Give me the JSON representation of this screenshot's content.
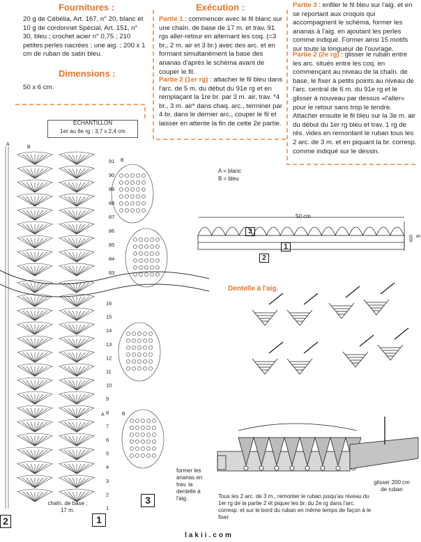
{
  "fournitures": {
    "heading": "Fournitures :",
    "text": "20 g de Cébélia, Art. 167, n° 20, blanc et 10 g de cordonnet Spécial, Art. 151, n° 30, bleu ; crochet acier n° 0,75 ; 210 petites perles nacrées ; une aig. ; 200 x 1 cm de ruban de satin bleu."
  },
  "dimensions": {
    "heading": "Dimensions :",
    "text": "50 x 6 cm."
  },
  "execution": {
    "heading": "Exécution :",
    "partie1_title": "Partie 1",
    "partie1_text": " : commencer avec le fil blanc sur une chaîn. de base de 17 m. et trav. 91 rgs aller-retour en alternant les coq. (=3 br., 2 m. air et 3 br.) avec des arc. et en formant simultanément la base des ananas d'après le schéma avant de couper le fil.",
    "partie2_title": "Partie 2 (1er rg)",
    "partie2_text": " : attacher le fil bleu dans l'arc. de 5 m. du début du 91e rg et en remplaçant la 1re br. par 3 m. air, trav. *4 br., 3 m. air* dans chaq. arc., terminer par 4 br. dans le dernier arc., couper le fil et laisser en attente la fin de cette 2e partie.",
    "partie3_title": "Partie 3",
    "partie3_text": " : enfiler le fil bleu sur l'aig. et en se reportant aux croquis qui accompagnent le schéma, former les ananas à l'aig. en ajoutant les perles comme indiqué. Former ainsi 15 motifs sur toute la longueur de l'ouvrage.",
    "partie2b_title": "Partie 2 (2e rg)",
    "partie2b_text": " : glisser le ruban entre les arc. situés entre les coq. en commençant au niveau de la chaîn. de base, le fixer à petits points au niveau de l'arc. central de 6 m. du 91e rg et le glisser à nouveau par dessus «l'aller» pour le retour sans trop le tendre. Attacher ensuite le fil bleu sur la 3e m. air du début du 1er rg bleu et trav. 1 rg de rés. vides en remontant le ruban tous les 2 arc. de 3 m. et en piquant la br. corresp. comme indiqué sur le dessin."
  },
  "echantillon": {
    "title": "ÉCHANTILLON",
    "text": "1er au 6e rg : 3,7 x 2,4 cm"
  },
  "legend": {
    "a": "A = blanc",
    "b": "B = bleu"
  },
  "diagram": {
    "row_numbers_top": [
      "91",
      "90",
      "89",
      "88",
      "87",
      "86",
      "85",
      "84",
      "83"
    ],
    "row_numbers_bottom": [
      "16",
      "15",
      "14",
      "13",
      "12",
      "11",
      "10",
      "9",
      "8",
      "7",
      "6",
      "5",
      "4",
      "3",
      "2",
      "1"
    ],
    "letter_a": "A",
    "letter_b": "B",
    "chain_caption": "chaîn. de base : 17 m.",
    "box1": "1",
    "box2": "2",
    "box3": "3",
    "ananas_caption": "former les ananas en trav. la dentelle à l'aig."
  },
  "schema": {
    "width_label": "50 cm",
    "height_label": "6 cm",
    "num1": "1",
    "num2": "2",
    "num3": "3"
  },
  "dentelle_title": "Dentelle à l'aig.",
  "ribbon_caption": "Tous les 2 arc. de 3 m., remonter le ruban jusqu'au niveau du 1er rg de la partie 2 et piquer les br. du 2e rg dans l'arc. corresp. et sur le bord du ruban en même temps de façon à le fixer",
  "glisser_caption": "glisser 200 cm de ruban",
  "footer": "lakii.com"
}
